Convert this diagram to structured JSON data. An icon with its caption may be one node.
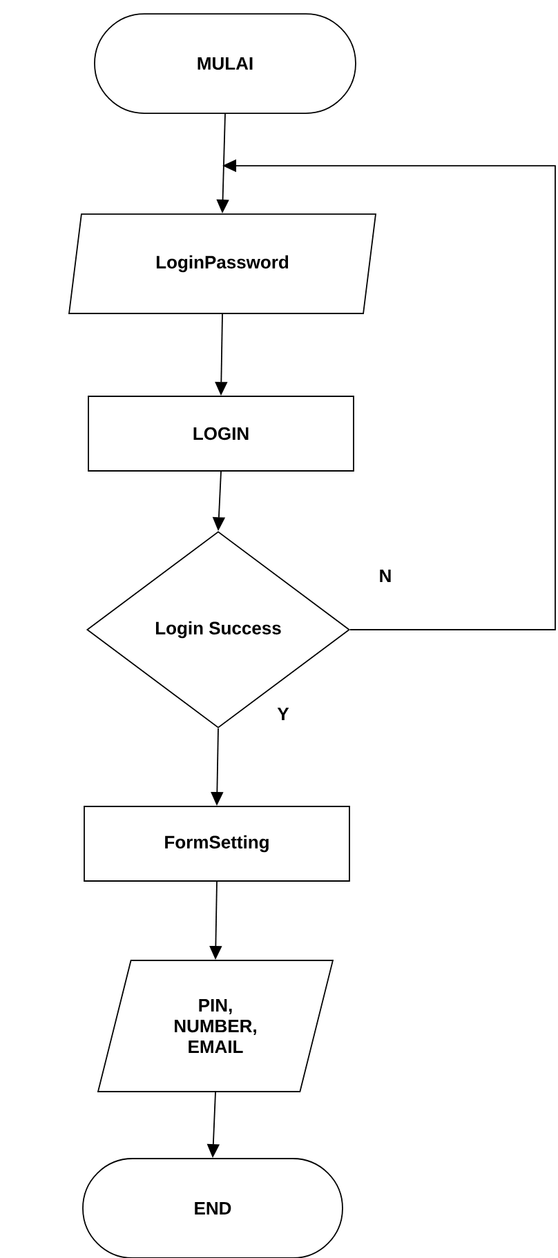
{
  "diagram": {
    "nodes": [
      {
        "text": [
          "MULAI"
        ]
      },
      {
        "text": [
          "LoginPassword"
        ]
      },
      {
        "text": [
          "LOGIN"
        ]
      },
      {
        "text": [
          "Login Success"
        ]
      },
      {
        "text": [
          "FormSetting"
        ]
      },
      {
        "text": [
          "PIN, NUMBER, EMAIL"
        ]
      },
      {
        "text": [
          "END"
        ]
      }
    ],
    "edges": [
      {
        "from": 0,
        "to": 1,
        "arrow": "to"
      },
      {
        "from": 1,
        "to": 2,
        "arrow": "to"
      },
      {
        "from": 2,
        "to": 3,
        "arrow": "to"
      },
      {
        "from": 3,
        "to": 4,
        "arrow": "to",
        "label": "Y"
      },
      {
        "from": 4,
        "to": 5,
        "arrow": "to"
      },
      {
        "from": 5,
        "to": 6,
        "arrow": "to"
      },
      {
        "from": 3,
        "to": 1,
        "arrow": "to",
        "label": "N"
      }
    ]
  }
}
